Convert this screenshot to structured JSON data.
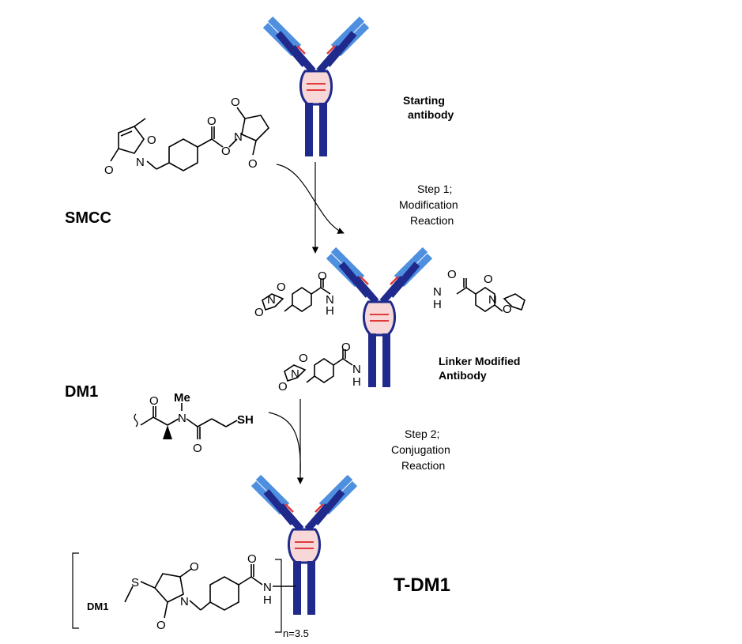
{
  "labels": {
    "starting_line1": "Starting",
    "starting_line2": "antibody",
    "smcc": "SMCC",
    "step1_line1": "Step 1;",
    "step1_line2": "Modification",
    "step1_line3": "Reaction",
    "linker_line1": "Linker Modified",
    "linker_line2": "Antibody",
    "dm1": "DM1",
    "step2_line1": "Step 2;",
    "step2_line2": "Conjugation",
    "step2_line3": "Reaction",
    "tdm1": "T-DM1",
    "dm1_small": "DM1",
    "n_value": "n=3.5"
  },
  "atoms": {
    "O": "O",
    "N": "N",
    "NH_N": "N",
    "NH_H": "H",
    "S": "S",
    "SH": "SH",
    "Me": "Me"
  },
  "colors": {
    "heavy_chain": "#1f2a8c",
    "light_chain": "#4f8fe0",
    "disulfide": "#e03a3a",
    "hinge_fill": "#f7d7d7"
  }
}
